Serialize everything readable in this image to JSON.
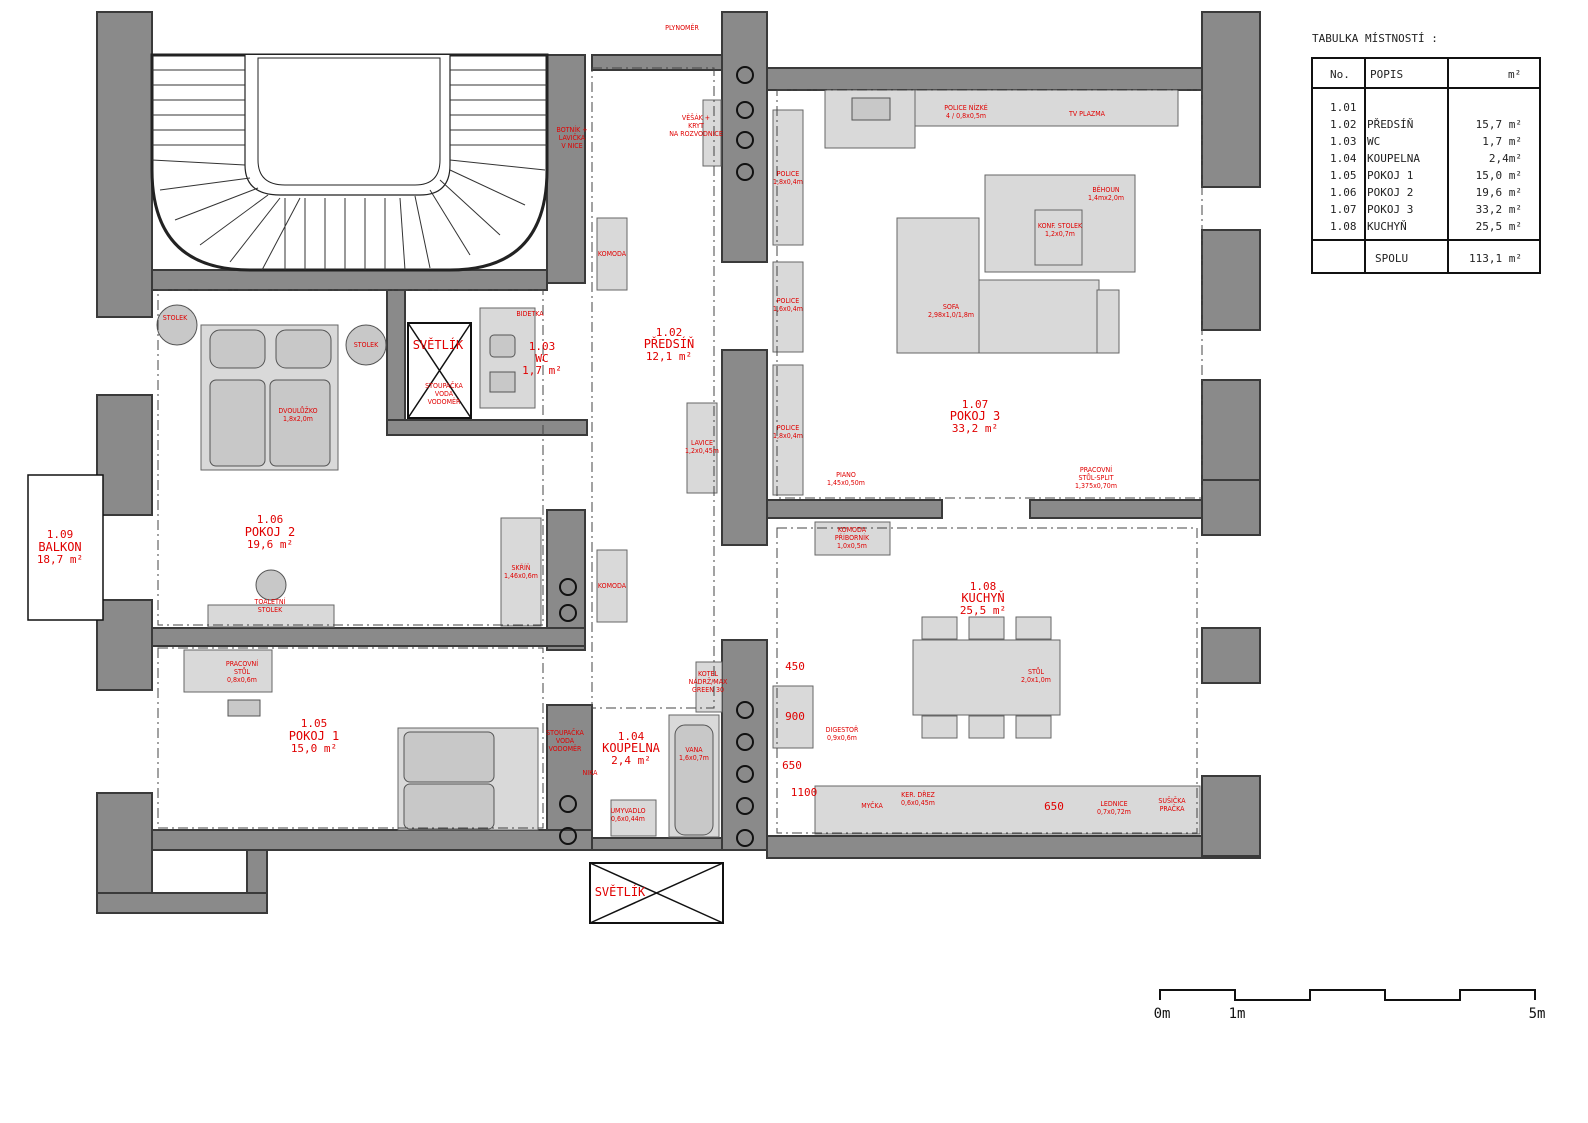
{
  "rooms": {
    "r102": {
      "no": "1.02",
      "name": "PŘEDSÍŇ",
      "area": "12,1 m²"
    },
    "r103": {
      "no": "1.03",
      "name": "WC",
      "area": "1,7 m²"
    },
    "r104": {
      "no": "1.04",
      "name": "KOUPELNA",
      "area": "2,4 m²"
    },
    "r105": {
      "no": "1.05",
      "name": "POKOJ 1",
      "area": "15,0 m²"
    },
    "r106": {
      "no": "1.06",
      "name": "POKOJ 2",
      "area": "19,6 m²"
    },
    "r107": {
      "no": "1.07",
      "name": "POKOJ 3",
      "area": "33,2 m²"
    },
    "r108": {
      "no": "1.08",
      "name": "KUCHYŇ",
      "area": "25,5 m²"
    },
    "r109": {
      "no": "1.09",
      "name": "BALKON",
      "area": "18,7 m²"
    }
  },
  "labels": {
    "plynomer": "PLYNOMĚR",
    "vesak": "VĚŠÁK +",
    "kryt": "KRYT",
    "rozvodnice": "NA ROZVODNICE",
    "botnik": "BOTNÍK +",
    "lavicka": "LAVIČKA",
    "nice": "V NICE",
    "police_nizke": "POLICE NÍZKÉ",
    "police_nizke_dim": "4 / 0,8x0,5m",
    "tv": "TV PLAZMA",
    "behoun": "BĚHOUN",
    "behoun_dim": "1,4mx2,0m",
    "konf": "KONF. STOLEK",
    "konf_dim": "1,2x0,7m",
    "sofa": "SOFA",
    "sofa_dim": "2,98x1,0/1,8m",
    "police": "POLICE",
    "police_dim1": "1,8x0,4m",
    "police_dim2": "1,6x0,4m",
    "police_dim3": "1,8x0,4m",
    "piano": "PIANO",
    "piano_dim": "1,45x0,50m",
    "prac_stul": "PRACOVNÍ",
    "prac_stul2": "STŮL-SPLIT",
    "prac_stul_dim": "1,375x0,70m",
    "komoda": "KOMODA",
    "lavice": "LAVICE",
    "lavice_dim": "1,2x0,45m",
    "svetlik": "SVĚTLÍK",
    "stoupacka": "STOUPAČKA",
    "voda": "VODA",
    "vodomer": "VODOMĚR",
    "bidetka": "BIDETKA",
    "stolek": "STOLEK",
    "dvouluzko": "DVOULŮŽKO",
    "dvouluzko_dim": "1,8x2,0m",
    "skrin": "SKŘÍŇ",
    "skrin_dim": "1,46x0,6m",
    "toaletni": "TOALETNÍ",
    "toaletni2": "STOLEK",
    "pracovni": "PRACOVNÍ",
    "pracovni2": "STŮL",
    "pracovni_dim": "0,8x0,6m",
    "komoda_pribornik": "KOMODA",
    "pribornik": "PŘÍBORNÍK",
    "pribornik_dim": "1,0x0,5m",
    "stul": "STŮL",
    "stul_dim": "2,0x1,0m",
    "digestor": "DIGESTOŘ",
    "digestor_dim": "0,9x0,6m",
    "mycka": "MYČKA",
    "kerdrez": "KER. DŘEZ",
    "kerdrez_dim": "0,6x0,45m",
    "lednice": "LEDNICE",
    "lednice_dim": "0,7x0,72m",
    "susicka": "SUŠIČKA",
    "pracka": "PRAČKA",
    "kotel": "KOTEL",
    "kotel2": "NÁDRŽ/MAX",
    "kotel3": "GREEN 30",
    "vana": "VANA",
    "vana_dim": "1,6x0,7m",
    "umyvadlo": "UMYVADLO",
    "umyvadlo_dim": "0,6x0,44m",
    "nika": "NIKA",
    "d450": "450",
    "d900": "900",
    "d650a": "650",
    "d1100": "1100",
    "d650b": "650"
  },
  "table": {
    "title": "TABULKA MÍSTNOSTÍ :",
    "headers": [
      "No.",
      "POPIS",
      "m²"
    ],
    "rows": [
      {
        "no": "1.01",
        "popis": "",
        "area": ""
      },
      {
        "no": "1.02",
        "popis": "PŘEDSÍŇ",
        "area": "15,7 m²"
      },
      {
        "no": "1.03",
        "popis": "WC",
        "area": "1,7 m²"
      },
      {
        "no": "1.04",
        "popis": "KOUPELNA",
        "area": "2,4m²"
      },
      {
        "no": "1.05",
        "popis": "POKOJ 1",
        "area": "15,0 m²"
      },
      {
        "no": "1.06",
        "popis": "POKOJ 2",
        "area": "19,6 m²"
      },
      {
        "no": "1.07",
        "popis": "POKOJ 3",
        "area": "33,2 m²"
      },
      {
        "no": "1.08",
        "popis": "KUCHYŇ",
        "area": "25,5 m²"
      }
    ],
    "total_label": "SPOLU",
    "total_area": "113,1 m²"
  },
  "scale": {
    "t0": "0m",
    "t1": "1m",
    "t5": "5m"
  }
}
